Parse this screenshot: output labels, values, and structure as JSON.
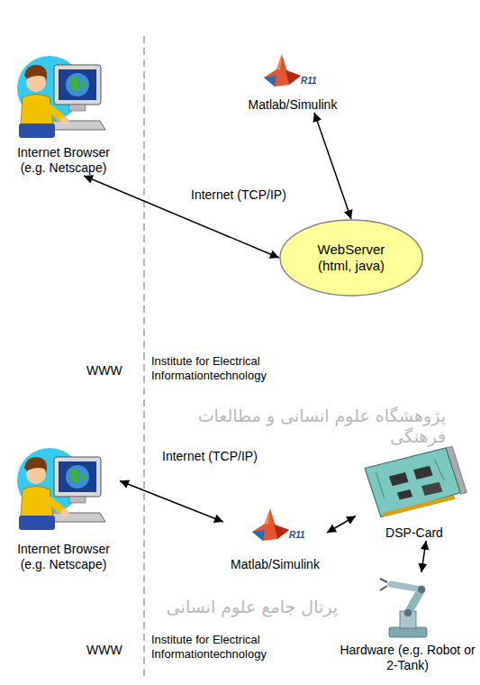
{
  "diagram": {
    "nodes": [
      {
        "text": [
          "Internet Browser (e.g. Netscape)"
        ]
      },
      {
        "text": [
          "Matlab/Simulink"
        ]
      },
      {
        "text": [
          "WebServer (html, java)"
        ]
      },
      {
        "text": [
          "Internet Browser (e.g. Netscape)"
        ]
      },
      {
        "text": [
          "Matlab/Simulink"
        ]
      },
      {
        "text": [
          "DSP-Card"
        ]
      },
      {
        "text": [
          "Hardware (e.g. Robot or 2-Tank)"
        ]
      }
    ],
    "edges": [
      {
        "from": 0,
        "to": 2,
        "arrow": "both",
        "label": "Internet (TCP/IP)"
      },
      {
        "from": 1,
        "to": 2,
        "arrow": "both"
      },
      {
        "from": 3,
        "to": 4,
        "arrow": "both",
        "label": "Internet (TCP/IP)"
      },
      {
        "from": 4,
        "to": 5,
        "arrow": "both"
      },
      {
        "from": 5,
        "to": 6,
        "arrow": "both"
      }
    ],
    "labels": [
      "R11",
      "WWW",
      "Institute for Electrical Informationtechnology",
      "پژوهشگاه علوم انسانی و مطالعات فرهنگی",
      "R11",
      "پرتال جامع علوم انسانی",
      "WWW",
      "Institute for Electrical Informationtechnology"
    ]
  }
}
